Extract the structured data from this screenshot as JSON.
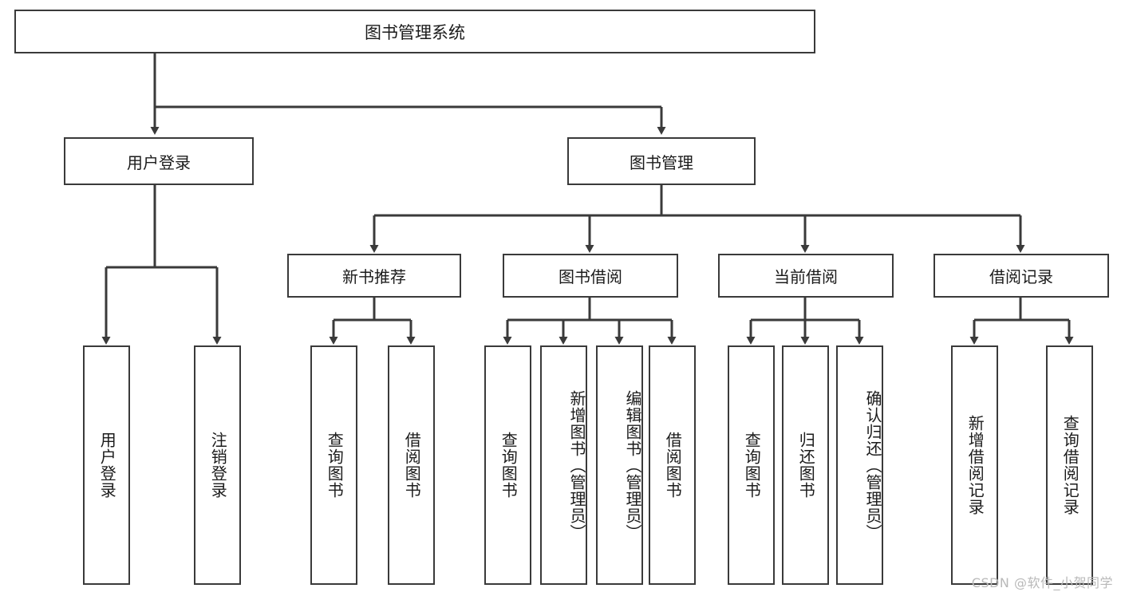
{
  "diagram": {
    "title": "图书管理系统",
    "root": {
      "label": "图书管理系统"
    },
    "tier2": [
      {
        "label": "用户登录"
      },
      {
        "label": "图书管理"
      }
    ],
    "tier3": [
      {
        "label": "新书推荐"
      },
      {
        "label": "图书借阅"
      },
      {
        "label": "当前借阅"
      },
      {
        "label": "借阅记录"
      }
    ],
    "leaves": {
      "user_login": [
        {
          "label": "用户登录"
        },
        {
          "label": "注销登录"
        }
      ],
      "new_book_recommend": [
        {
          "label": "查询图书"
        },
        {
          "label": "借阅图书"
        }
      ],
      "book_borrow": [
        {
          "label": "查询图书"
        },
        {
          "label": "新增图书（管理员）"
        },
        {
          "label": "编辑图书（管理员）"
        },
        {
          "label": "借阅图书"
        }
      ],
      "current_borrow": [
        {
          "label": "查询图书"
        },
        {
          "label": "归还图书"
        },
        {
          "label": "确认归还（管理员）"
        }
      ],
      "borrow_record": [
        {
          "label": "新增借阅记录"
        },
        {
          "label": "查询借阅记录"
        }
      ]
    }
  },
  "watermark": {
    "text": "CSDN @软件_小贺同学"
  },
  "colors": {
    "stroke": "#3a3a3a",
    "text": "#1b1b1b",
    "background": "#ffffff",
    "watermark": "#b9b9b9"
  }
}
